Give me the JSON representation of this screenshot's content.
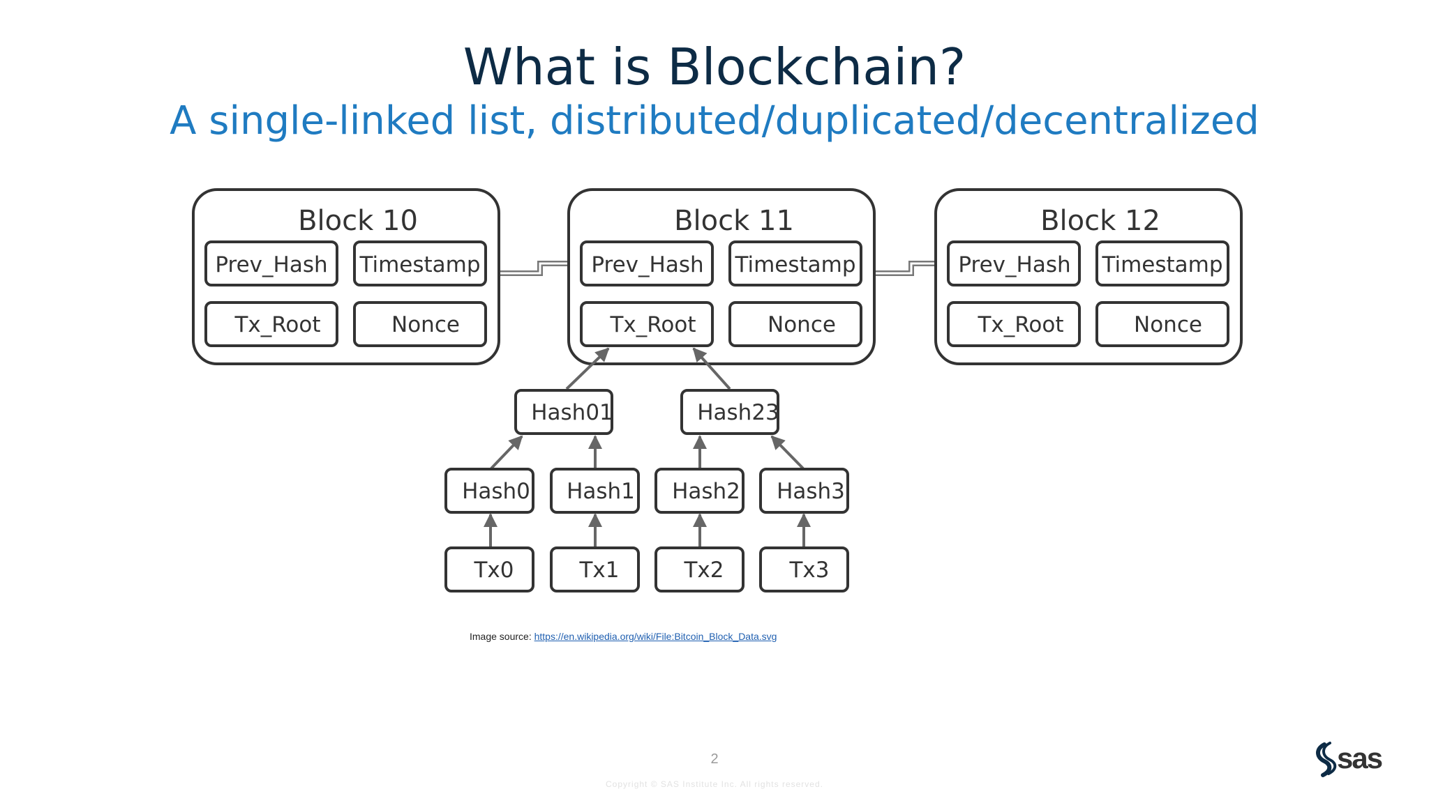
{
  "slide": {
    "title": "What is Blockchain?",
    "subtitle": "A single-linked list, distributed/duplicated/decentralized",
    "source_prefix": "Image source: ",
    "source_link": "https://en.wikipedia.org/wiki/File:Bitcoin_Block_Data.svg",
    "page_number": "2",
    "copyright": "Copyright © SAS Institute Inc. All rights reserved.",
    "logo": "sas"
  },
  "diagram": {
    "blocks": [
      {
        "title": "Block 10",
        "fields": [
          "Prev_Hash",
          "Timestamp",
          "Tx_Root",
          "Nonce"
        ]
      },
      {
        "title": "Block 11",
        "fields": [
          "Prev_Hash",
          "Timestamp",
          "Tx_Root",
          "Nonce"
        ]
      },
      {
        "title": "Block 12",
        "fields": [
          "Prev_Hash",
          "Timestamp",
          "Tx_Root",
          "Nonce"
        ]
      }
    ],
    "merkle": {
      "level2": [
        "Hash01",
        "Hash23"
      ],
      "level1": [
        "Hash0",
        "Hash1",
        "Hash2",
        "Hash3"
      ],
      "leaves": [
        "Tx0",
        "Tx1",
        "Tx2",
        "Tx3"
      ]
    }
  },
  "colors": {
    "title": "#0d2b45",
    "subtitle": "#1f7bc1",
    "box_stroke": "#333333",
    "arrow": "#666666",
    "link": "#1f5fb0"
  }
}
